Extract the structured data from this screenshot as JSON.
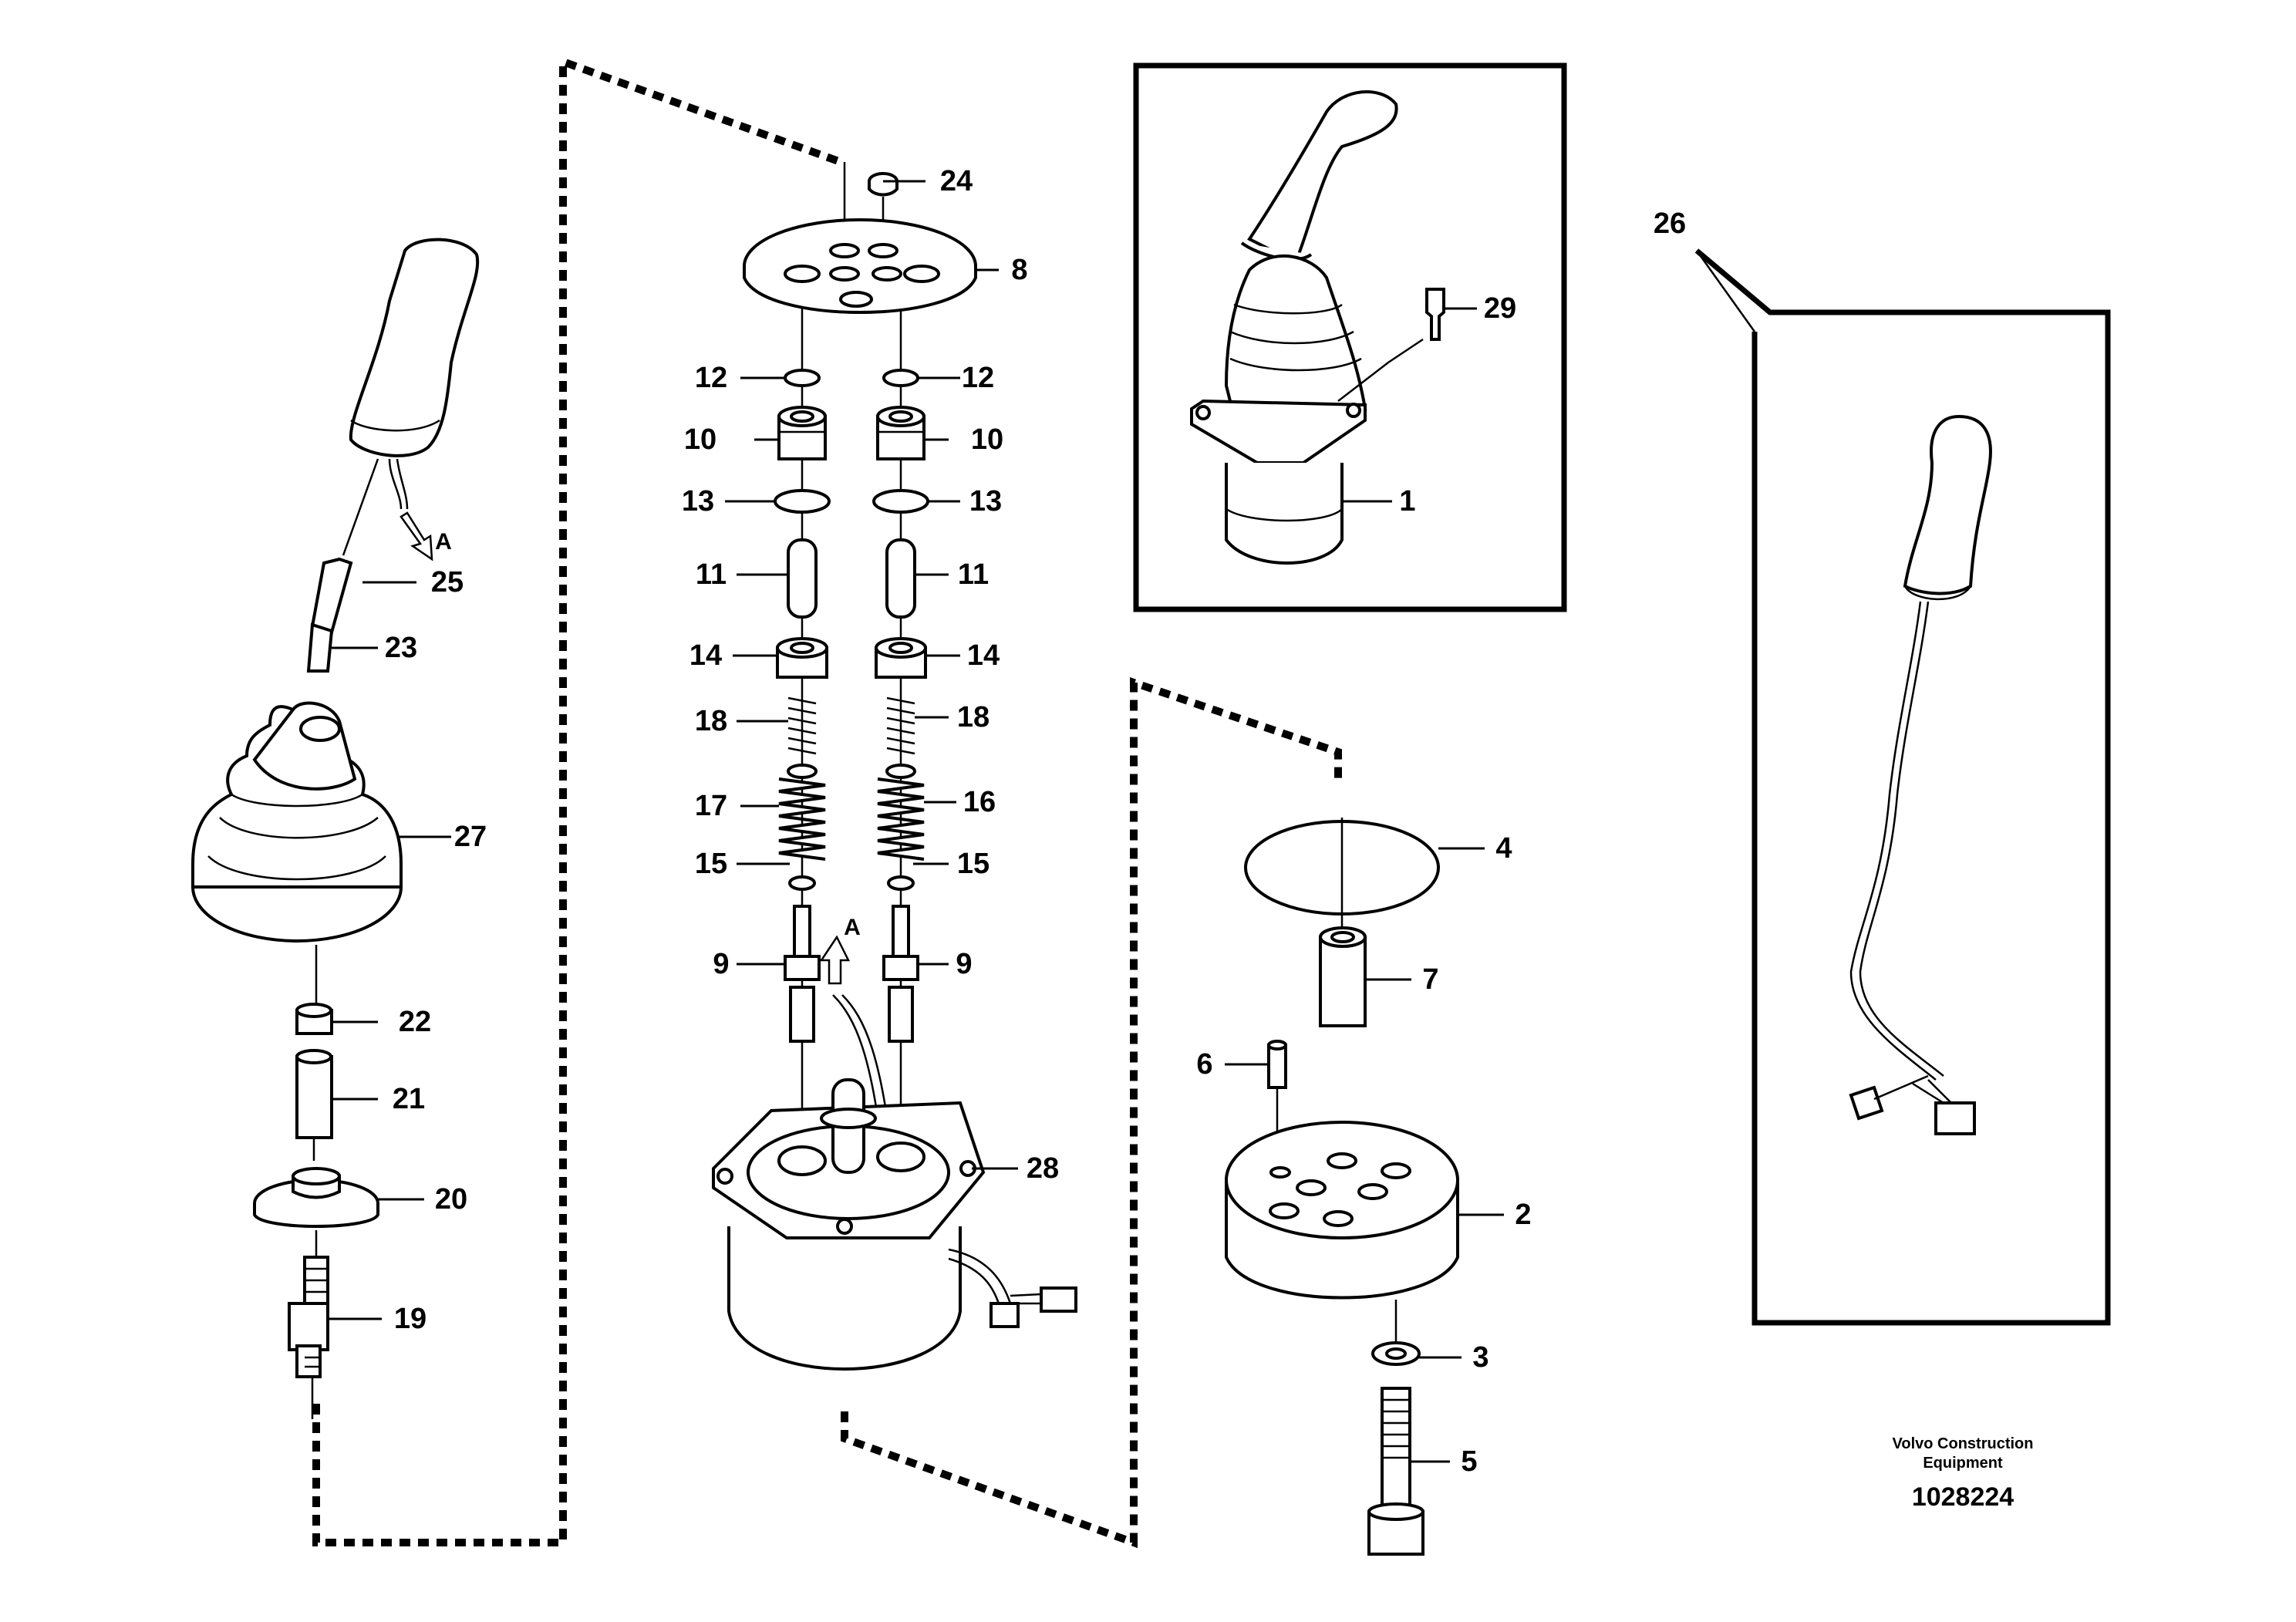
{
  "figure": {
    "company_line1": "Volvo Construction",
    "company_line2": "Equipment",
    "figure_number": "1028224"
  },
  "callouts": {
    "p1": "1",
    "p2": "2",
    "p3": "3",
    "p4": "4",
    "p5": "5",
    "p6": "6",
    "p7": "7",
    "p8": "8",
    "p9_left": "9",
    "p9_right": "9",
    "p10_left": "10",
    "p10_right": "10",
    "p11_left": "11",
    "p11_right": "11",
    "p12_left": "12",
    "p12_right": "12",
    "p13_left": "13",
    "p13_right": "13",
    "p14_left": "14",
    "p14_right": "14",
    "p15_left": "15",
    "p15_right": "15",
    "p16": "16",
    "p17": "17",
    "p18_left": "18",
    "p18_right": "18",
    "p19": "19",
    "p20": "20",
    "p21": "21",
    "p22": "22",
    "p23": "23",
    "p24": "24",
    "p25": "25",
    "p26": "26",
    "p27": "27",
    "p28": "28",
    "p29": "29",
    "view_a_left": "A",
    "view_a_center": "A"
  }
}
